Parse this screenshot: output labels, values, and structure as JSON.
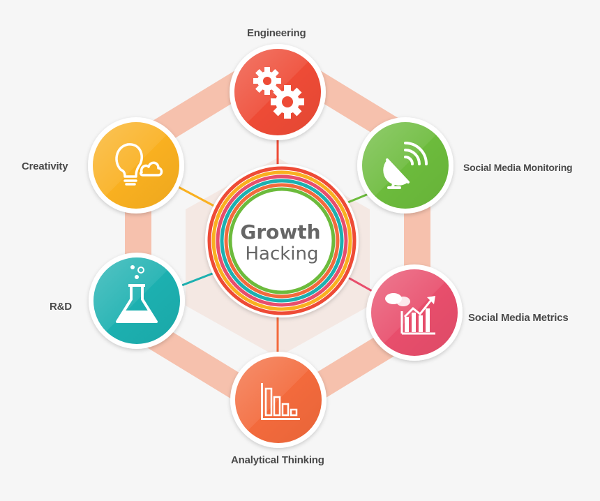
{
  "center": {
    "line1": "Growth",
    "line2": "Hacking"
  },
  "nodes": [
    {
      "id": "engineering",
      "label": "Engineering",
      "icon": "gears-icon",
      "color": "#ee4b36"
    },
    {
      "id": "social-media-monitoring",
      "label": "Social Media Monitoring",
      "icon": "satellite-dish-icon",
      "color": "#6cbb3c"
    },
    {
      "id": "social-media-metrics",
      "label": "Social Media Metrics",
      "icon": "metrics-chart-icon",
      "color": "#e84e6c"
    },
    {
      "id": "analytical-thinking",
      "label": "Analytical Thinking",
      "icon": "bar-chart-icon",
      "color": "#f36a3c"
    },
    {
      "id": "rnd",
      "label": "R&D",
      "icon": "flask-icon",
      "color": "#1cb0b0"
    },
    {
      "id": "creativity",
      "label": "Creativity",
      "icon": "lightbulb-icon",
      "color": "#f9b020"
    }
  ],
  "colors": {
    "hexagon": "#f6c1ad",
    "ring_colors": [
      "#ee4b36",
      "#f9b020",
      "#6cbb3c",
      "#1cb0b0",
      "#e84e6c",
      "#f36a3c"
    ]
  }
}
